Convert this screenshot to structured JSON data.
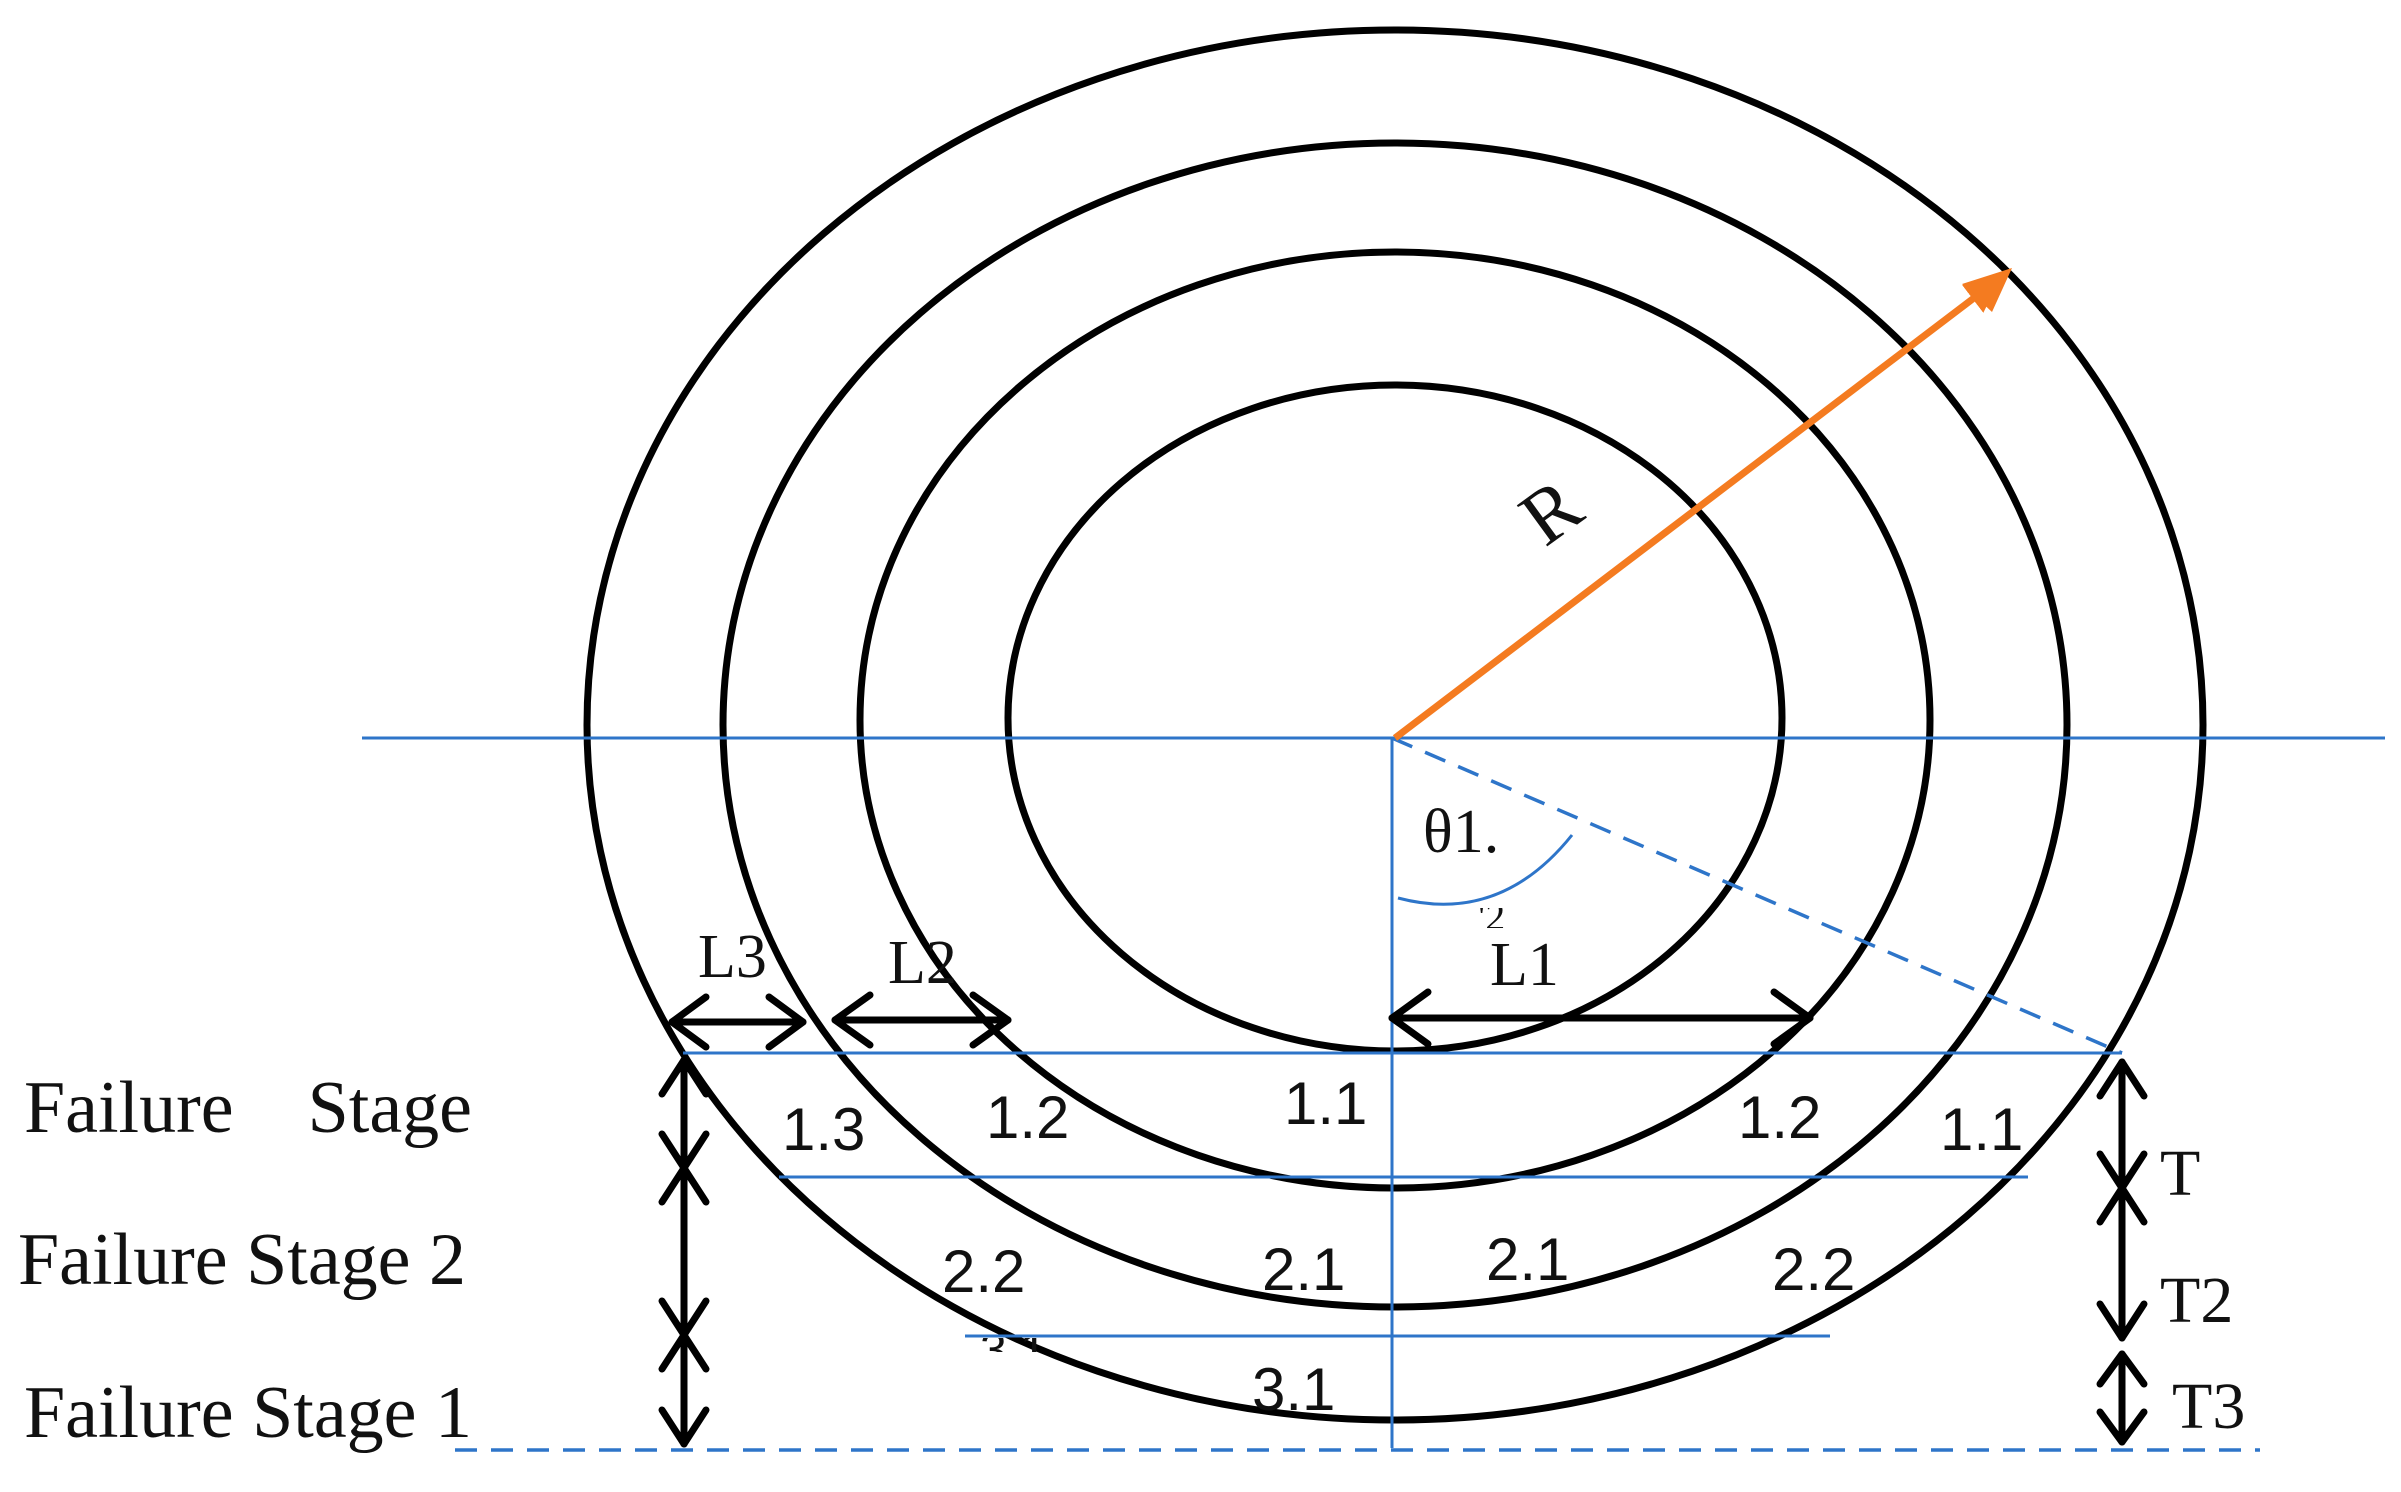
{
  "labels": {
    "radius": "R",
    "angle": "θ1.",
    "angle_fragment": "'2",
    "length_1": "L1",
    "length_2": "L2",
    "length_3": "L3",
    "thickness_1": "T",
    "thickness_2": "T2",
    "thickness_3": "T3"
  },
  "stages": {
    "top": "Failure    Stage",
    "middle": "Failure Stage 2",
    "bottom": "Failure Stage 1"
  },
  "regions": {
    "left_1_3": "1.3",
    "left_1_2": "1.2",
    "left_1_1": "1.1",
    "right_1_2": "1.2",
    "right_1_1": "1.1",
    "left_2_2": "2.2",
    "left_2_1": "2.1",
    "right_2_1": "2.1",
    "right_2_2": "2.2",
    "fragment_3": "3.1",
    "center_3_1": "3.1"
  },
  "colors": {
    "rings": "#000000",
    "guides": "#2e75c9",
    "radius_arrow": "#f47b20",
    "dimension_arrows": "#000000"
  }
}
